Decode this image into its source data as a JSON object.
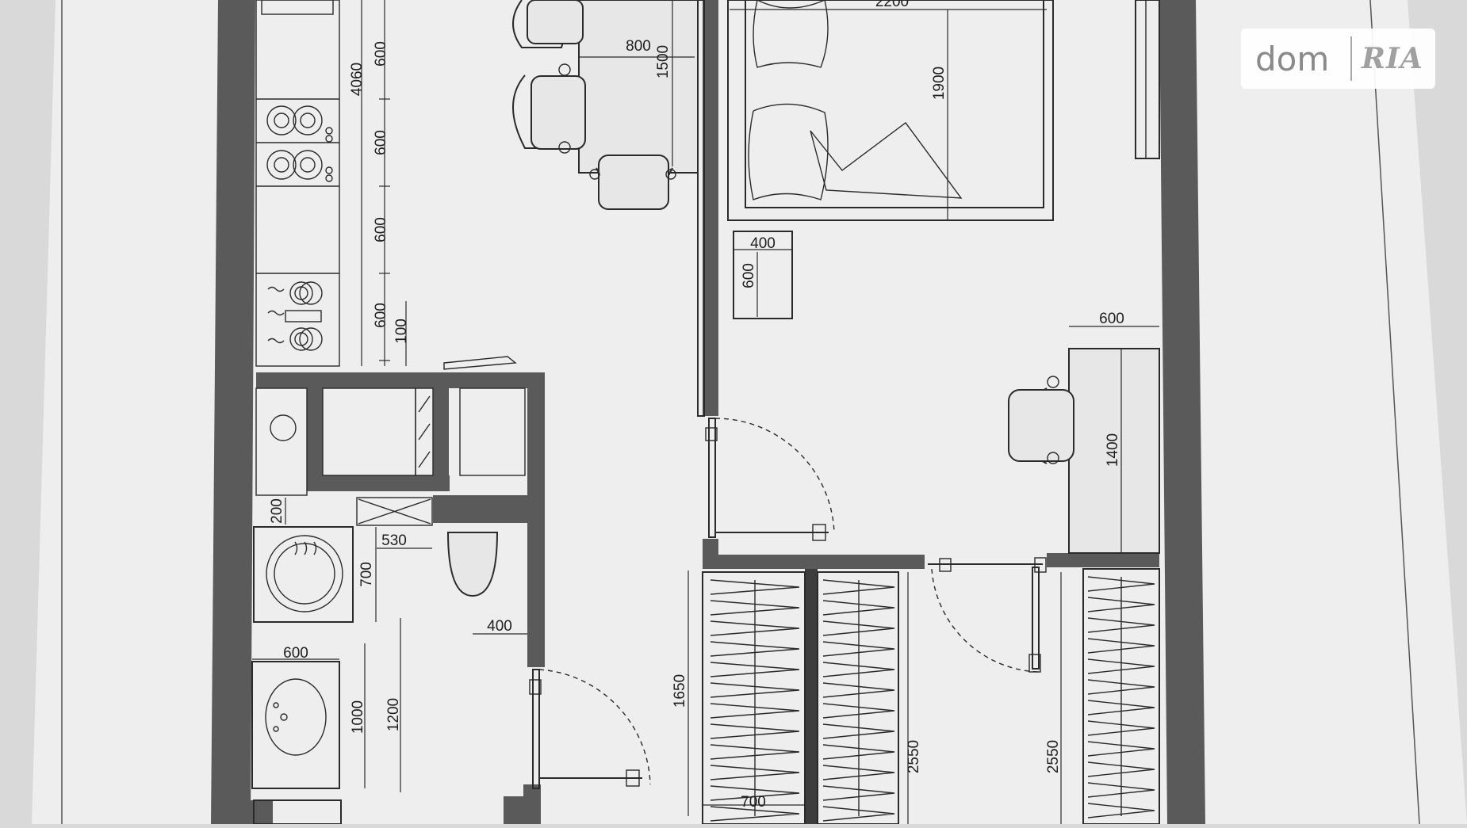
{
  "watermark": {
    "brand_left": "dom",
    "brand_right": "RIA"
  },
  "dimensions": {
    "bed_width": "2200",
    "bed_length": "1900",
    "table_width": "800",
    "table_length": "1500",
    "kitchen_length": "4060",
    "kitchen_module_1": "600",
    "kitchen_module_2": "600",
    "kitchen_module_3": "600",
    "kitchen_module_4": "600",
    "kitchen_gap": "100",
    "nightstand_width": "400",
    "nightstand_depth": "600",
    "desk_depth": "600",
    "desk_length": "1400",
    "wc_gap": "200",
    "wc_width": "530",
    "wm_depth": "700",
    "wc_depth": "400",
    "sink_width": "600",
    "sink_length": "1000",
    "bath_length": "1200",
    "hall_length": "1650",
    "wardrobe_depth": "700",
    "wardrobe_length_1": "2550",
    "wardrobe_length_2": "2550"
  }
}
